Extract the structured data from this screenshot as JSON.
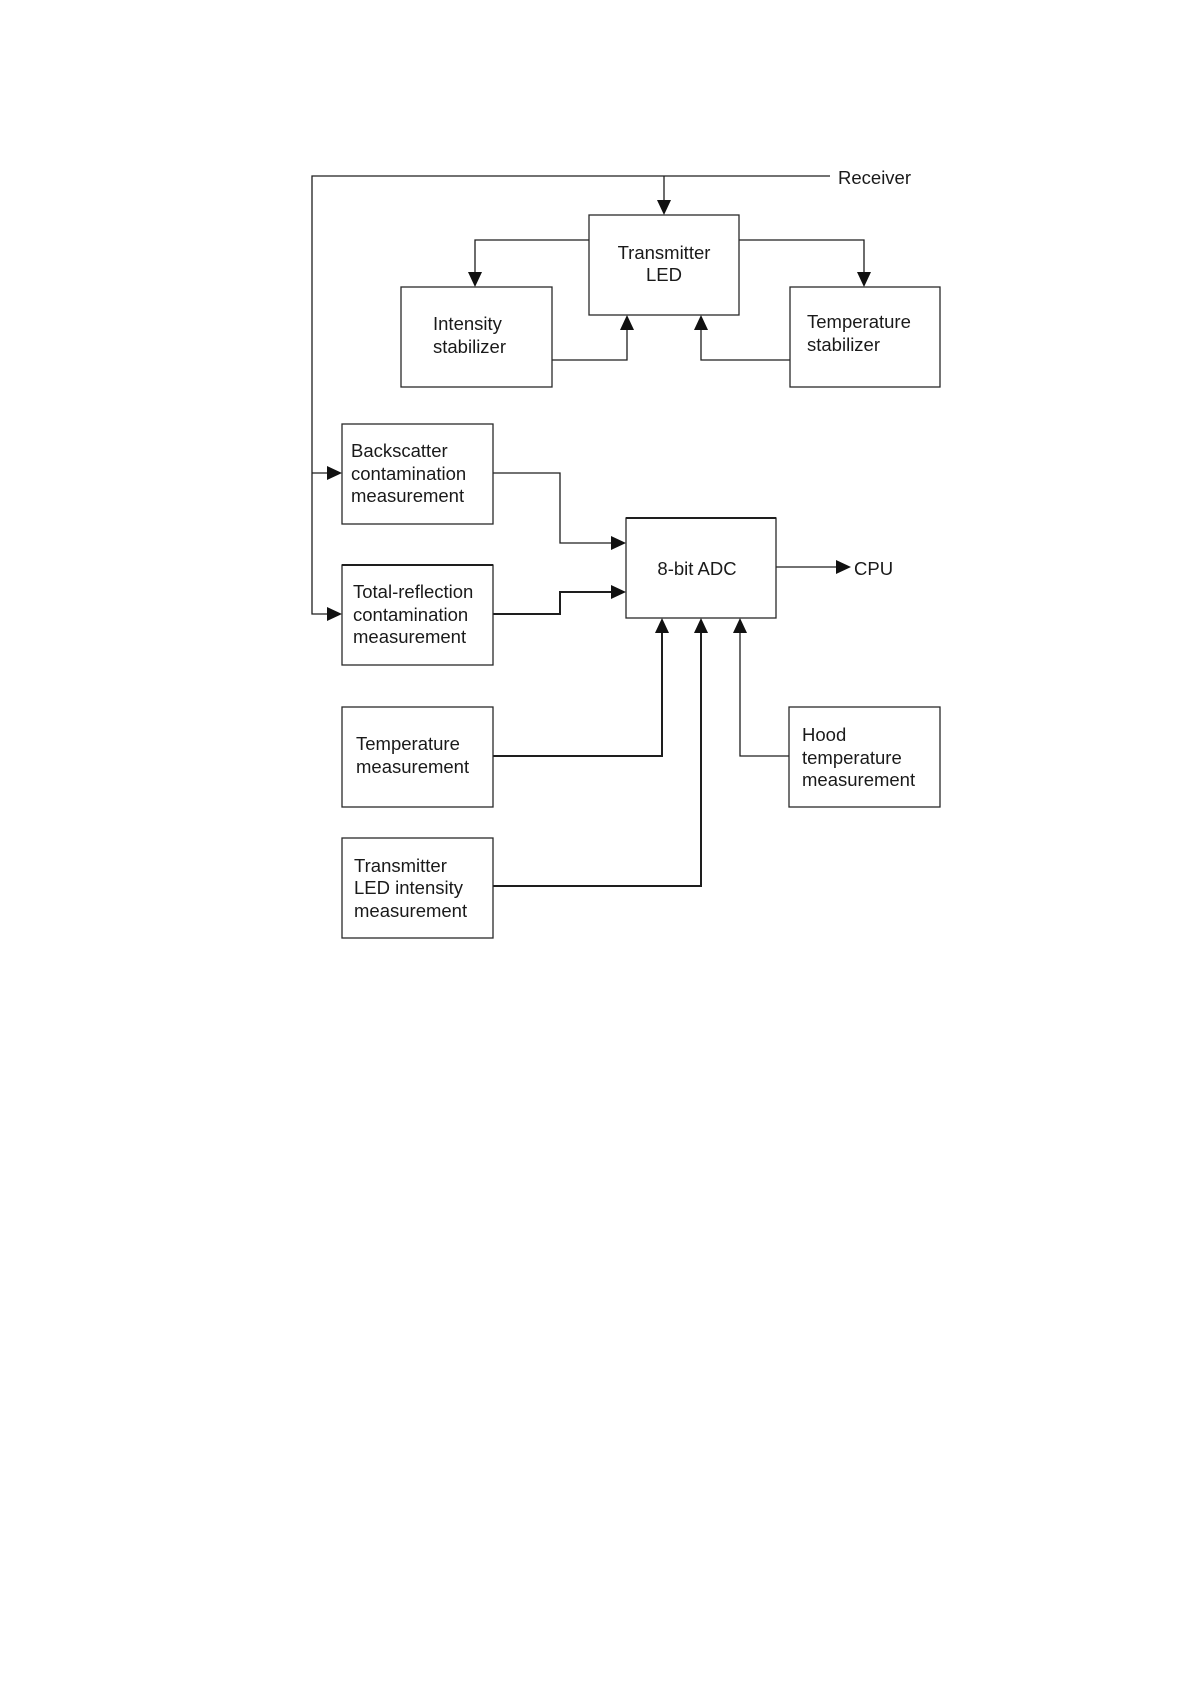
{
  "diagram": {
    "receiver": "Receiver",
    "cpu": "CPU",
    "transmitter_led": [
      "Transmitter",
      "LED"
    ],
    "intensity_stabilizer": [
      "Intensity",
      "stabilizer"
    ],
    "temperature_stabilizer": [
      "Temperature",
      "stabilizer"
    ],
    "backscatter": [
      "Backscatter",
      "contamination",
      "measurement"
    ],
    "total_reflection": [
      "Total-reflection",
      "contamination",
      "measurement"
    ],
    "adc": "8-bit ADC",
    "temperature_measurement": [
      "Temperature",
      "measurement"
    ],
    "led_intensity_measurement": [
      "Transmitter",
      "LED intensity",
      "measurement"
    ],
    "hood_temperature": [
      "Hood",
      "temperature",
      "measurement"
    ]
  }
}
